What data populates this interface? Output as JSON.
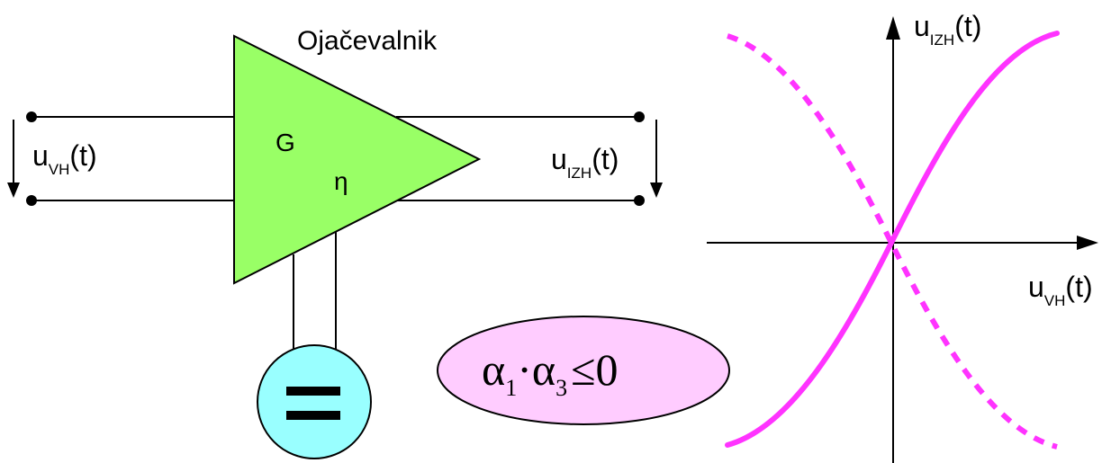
{
  "amplifier": {
    "title": "Ojačevalnik",
    "gain_symbol": "G",
    "efficiency_symbol": "η",
    "body_color": "#99ff66"
  },
  "input_port": {
    "symbol": "u",
    "subscript": "VH",
    "suffix": "(t)"
  },
  "output_port": {
    "symbol": "u",
    "subscript": "IZH",
    "suffix": "(t)"
  },
  "power_supply": {
    "symbol": "=",
    "color": "#99ffff"
  },
  "condition": {
    "alpha": "α",
    "sub1": "1",
    "dot": "·",
    "sub3": "3",
    "relation": "≤0",
    "fill_color": "#ffccff"
  },
  "graph": {
    "y_axis_label": {
      "symbol": "u",
      "subscript": "IZH",
      "suffix": "(t)"
    },
    "x_axis_label": {
      "symbol": "u",
      "subscript": "VH",
      "suffix": "(t)"
    },
    "curve_color": "#ff33ff",
    "curves": [
      {
        "name": "solid-curve",
        "style": "solid"
      },
      {
        "name": "dashed-curve",
        "style": "dashed"
      }
    ]
  }
}
